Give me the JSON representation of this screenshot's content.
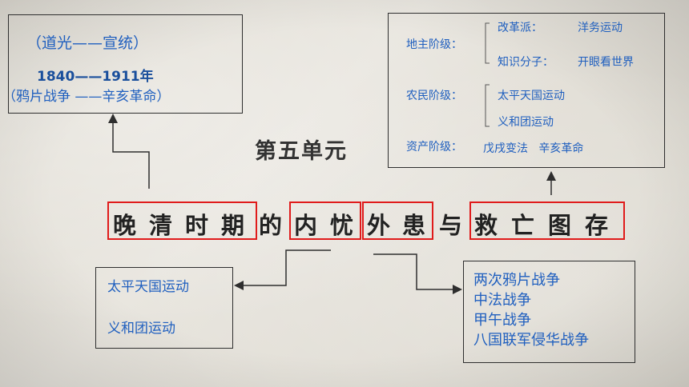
{
  "era_box": {
    "reign": "（道光——宣统）",
    "years": "1840——1911年",
    "events": "（鸦片战争 ——辛亥革命）"
  },
  "unit_title": "第五单元",
  "main_title": {
    "chars": [
      "晚",
      "清",
      "时",
      "期",
      "的",
      "内",
      "忧",
      "外",
      "患",
      "与",
      "救",
      "亡",
      "图",
      "存"
    ]
  },
  "classes_box": {
    "landlord_label": "地主阶级：",
    "reform_faction": "改革派：",
    "reform_movement": "洋务运动",
    "intellectuals": "知识分子：",
    "open_eyes": "开眼看世界",
    "peasant_label": "农民阶级：",
    "peasant_1": "太平天国运动",
    "peasant_2": "义和团运动",
    "bourgeois_label": "资产阶级：",
    "bourgeois_events": "戊戌变法   辛亥革命"
  },
  "internal_box": {
    "item_1": "太平天国运动",
    "item_2": "义和团运动"
  },
  "external_box": {
    "wars": [
      "两次鸦片战争",
      "中法战争",
      "甲午战争",
      "八国联军侵华战争"
    ]
  },
  "colors": {
    "text_blue": "#1f5fbf",
    "highlight_red": "#e01b1b"
  }
}
